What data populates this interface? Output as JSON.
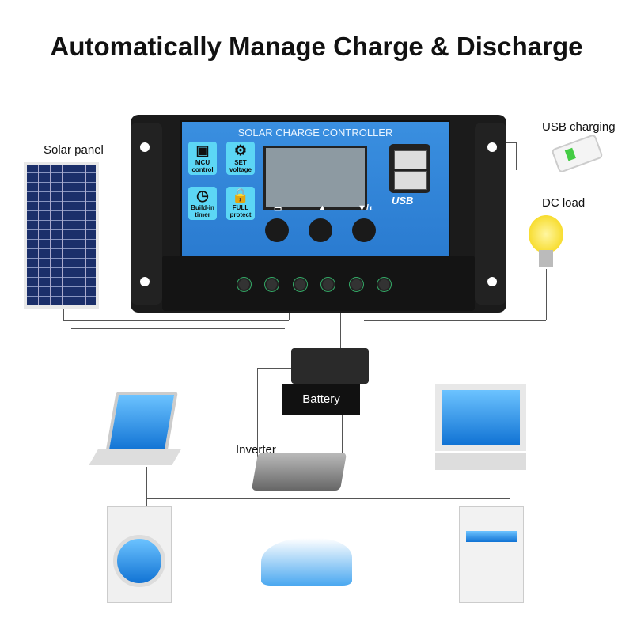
{
  "title": "Automatically Manage Charge & Discharge",
  "labels": {
    "solar_panel": "Solar panel",
    "usb_charging": "USB charging",
    "dc_load": "DC load",
    "battery": "Battery",
    "inverter": "Inverter"
  },
  "controller": {
    "header": "SOLAR CHARGE CONTROLLER",
    "features": [
      {
        "label1": "MCU",
        "label2": "control"
      },
      {
        "label1": "SET",
        "label2": "voltage"
      },
      {
        "label1": "Build-in",
        "label2": "timer"
      },
      {
        "label1": "FULL",
        "label2": "protect"
      }
    ],
    "usb_label": "USB"
  }
}
